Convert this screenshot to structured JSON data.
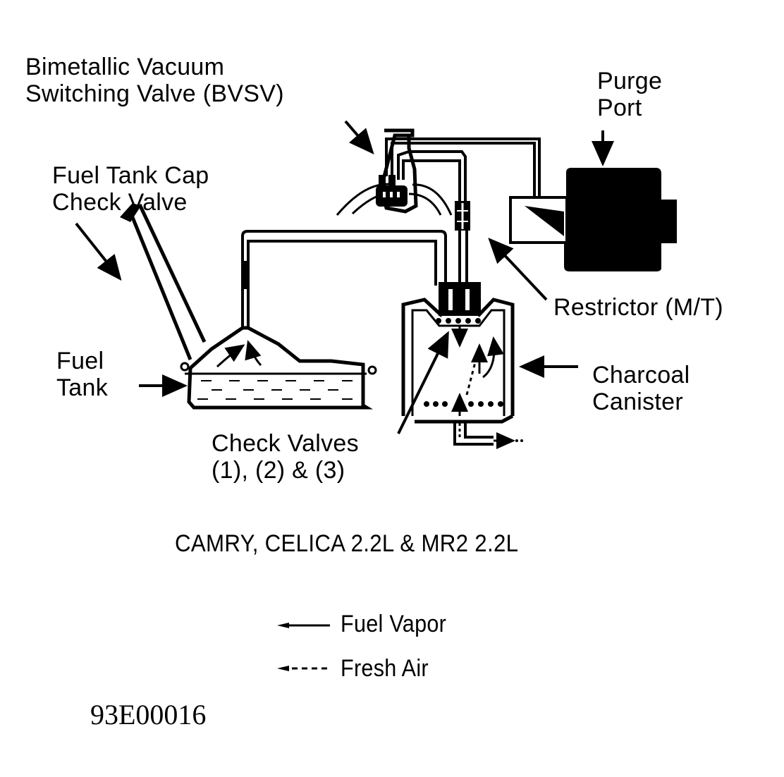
{
  "labels": {
    "bvsv": [
      "Bimetallic Vacuum",
      "Switching Valve (BVSV)"
    ],
    "purge_port": [
      "Purge",
      "Port"
    ],
    "cap_check_valve": [
      "Fuel Tank Cap",
      "Check Valve"
    ],
    "restrictor": "Restrictor (M/T)",
    "fuel_tank": [
      "Fuel",
      "Tank"
    ],
    "charcoal_canister": [
      "Charcoal",
      "Canister"
    ],
    "check_valves": [
      "Check Valves",
      "(1), (2) & (3)"
    ]
  },
  "caption": "CAMRY, CELICA 2.2L & MR2 2.2L",
  "legend": [
    {
      "style": "solid",
      "label": "Fuel Vapor"
    },
    {
      "style": "dashed",
      "label": "Fresh Air"
    }
  ],
  "figure_code": "93E00016",
  "colors": {
    "ink": "#000000",
    "paper": "#ffffff"
  }
}
